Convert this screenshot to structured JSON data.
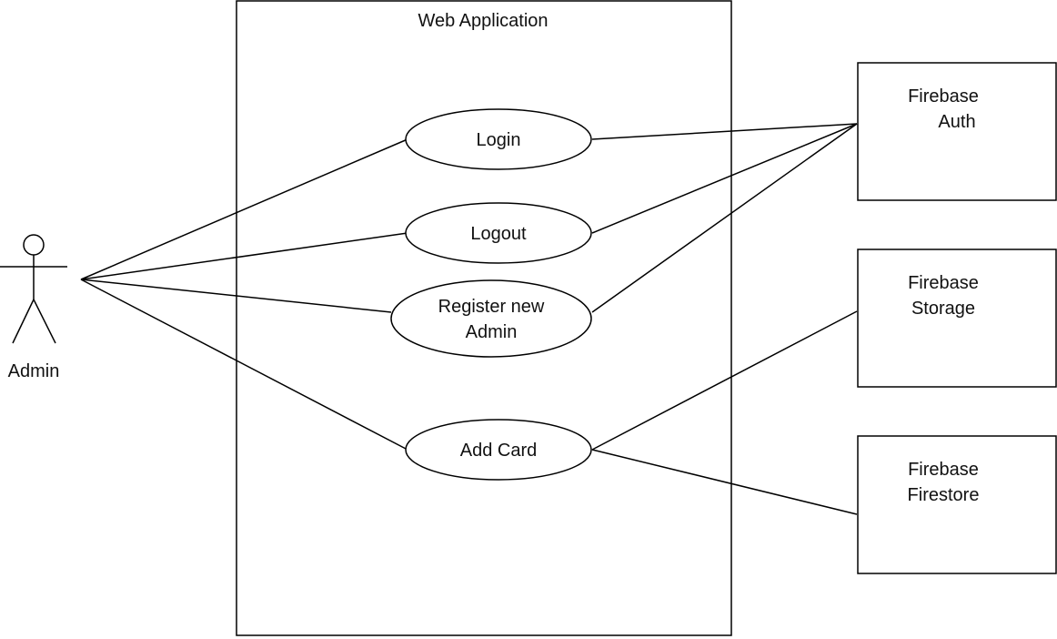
{
  "system": {
    "title": "Web Application"
  },
  "actor": {
    "name": "Admin"
  },
  "use_cases": {
    "login": "Login",
    "logout": "Logout",
    "register_line1": "Register new",
    "register_line2": "Admin",
    "add_card": "Add Card"
  },
  "services": {
    "auth_line1": "Firebase",
    "auth_line2": "Auth",
    "storage_line1": "Firebase",
    "storage_line2": "Storage",
    "firestore_line1": "Firebase",
    "firestore_line2": "Firestore"
  }
}
